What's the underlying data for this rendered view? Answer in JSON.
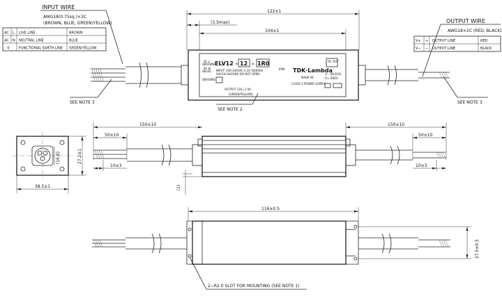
{
  "input_wire": {
    "heading": "INPUT WIRE",
    "spec_line1": "AWG18(0.75sq.)×3C",
    "spec_line2": "(BROWN, BLUE, GREEN/YELLOW)",
    "rows": [
      {
        "code": "AC",
        "sym": "L",
        "line": "LIVE LINE",
        "color": "BROWN"
      },
      {
        "code": "AC",
        "sym": "N",
        "line": "NEUTRAL LINE",
        "color": "BLUE"
      },
      {
        "code": "",
        "sym": "⏚",
        "line": "FUNCTIONAL EARTH LINE",
        "color": "GREEN/YELLOW"
      }
    ]
  },
  "output_wire": {
    "heading": "OUTPUT WIRE",
    "spec": "AWG18×2C (RED, BLACK)",
    "rows": [
      {
        "code": "V+",
        "sym": "+",
        "line": "OUTPUT LINE",
        "color": "RED"
      },
      {
        "code": "V−",
        "sym": "−",
        "line": "OUTPUT LINE",
        "color": "BLACK"
      }
    ]
  },
  "dimensions": {
    "overall_length": "122±1",
    "offset": "(3.5max)",
    "label_length": "104±1",
    "input_cable": "150±10",
    "output_cable": "150±10",
    "strip_in": "50±10",
    "strip_out": "50±10",
    "tip_in": "10±3",
    "tip_out": "10±3",
    "end_height": "27.2±1",
    "end_width": "38.5±1",
    "end_inner": "(16.8)",
    "gap": "(1)",
    "mount_length": "116±0.5",
    "mount_height": "27.5±0.5"
  },
  "label": {
    "model_prefix": "ELV12 -",
    "model_box1": "12",
    "model_dash": "-",
    "model_box2": "1R0",
    "brand": "TDK·Lambda",
    "ip": "IP66",
    "input_spec": "INPUT: 100-240VAC 0.3A 50/60Hz",
    "warning": "SHOCK HAZARD DO NOT OPEN",
    "made_in": "MADE IN",
    "output_spec": "OUTPUT 12V=1.0A",
    "class2": "CLASS 2 POWER SUPPLY",
    "ac_l": "AC L",
    "ac_l_color": "(BROWN)",
    "ac_n": "AC N",
    "ac_n_color": "(BLUE)",
    "earth_color": "(GREEN/YELLOW)",
    "brown": "(BROWN)",
    "vminus": "V− (BLACK)",
    "vplus": "V+ (RED)",
    "dc_out": "DC OUT"
  },
  "notes": {
    "note3_left": "SEE NOTE 3",
    "note2": "SEE NOTE 2",
    "note3_right": "SEE NOTE 3",
    "slot_note": "2−R2.0 SLOT FOR MOUNTING (SEE NOTE 1)"
  }
}
